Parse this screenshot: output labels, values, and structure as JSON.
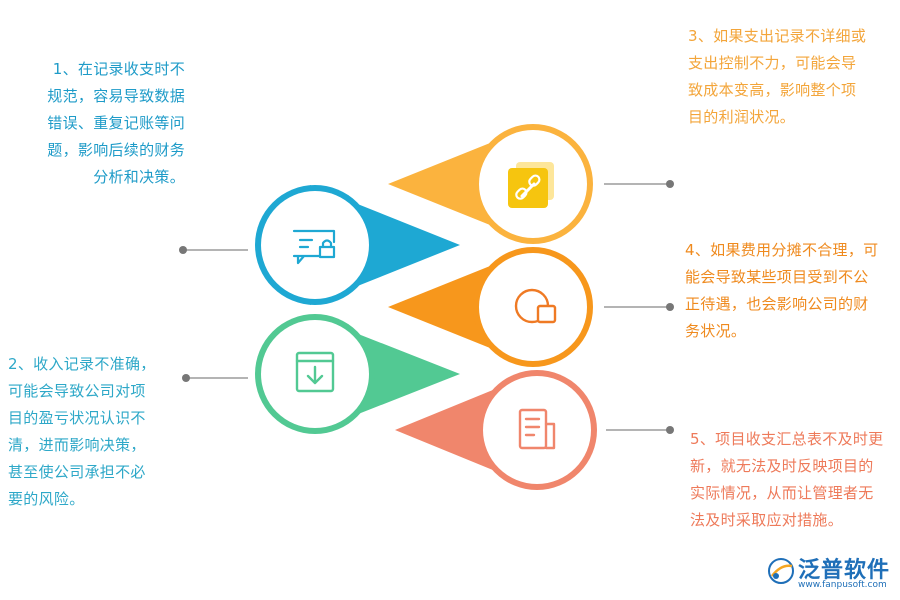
{
  "items": [
    {
      "number": "1",
      "color": "#1ea8d3",
      "text_color": "#1e9bc8",
      "icon": "message-lock-icon",
      "lines": [
        "1、在记录收支时不",
        "规范，容易导致数据",
        "错误、重复记账等问",
        "题，影响后续的财务",
        "分析和决策。"
      ]
    },
    {
      "number": "2",
      "color": "#52c993",
      "text_color": "#2ea8c8",
      "icon": "download-box-icon",
      "lines": [
        "2、收入记录不准确，",
        "可能会导致公司对项",
        "目的盈亏状况认识不",
        "清，进而影响决策，",
        "甚至使公司承担不必",
        "要的风险。"
      ]
    },
    {
      "number": "3",
      "color": "#fbb33e",
      "text_color": "#f3a53a",
      "icon": "link-icon",
      "lines": [
        "3、如果支出记录不详细或",
        "支出控制不力，可能会导",
        "致成本变高，影响整个项",
        "目的利润状况。"
      ]
    },
    {
      "number": "4",
      "color": "#f7971c",
      "text_color": "#ef8a1e",
      "icon": "chart-window-icon",
      "lines": [
        "4、如果费用分摊不合理，可",
        "能会导致某些项目受到不公",
        "正待遇，也会影响公司的财",
        "务状况。"
      ]
    },
    {
      "number": "5",
      "color": "#f0866c",
      "text_color": "#ee7a5a",
      "icon": "document-icon",
      "lines": [
        "5、项目收支汇总表不及时更",
        "新，就无法及时反映项目的",
        "实际情况，从而让管理者无",
        "法及时采取应对措施。"
      ]
    }
  ],
  "brand": {
    "name": "泛普软件",
    "url": "www.fanpusoft.com",
    "color": "#1f6fb8"
  }
}
